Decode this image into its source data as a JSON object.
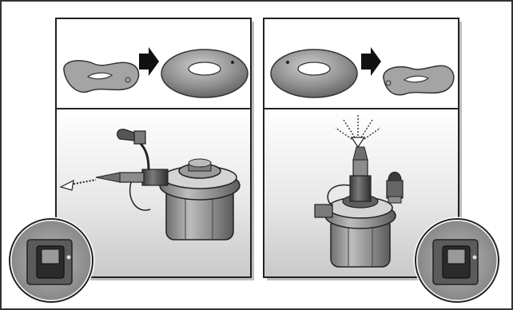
{
  "figure": {
    "panels": [
      {
        "id": "inflate",
        "top_icons": [
          "deflated-ring",
          "arrow-right",
          "inflated-ring"
        ]
      },
      {
        "id": "deflate",
        "top_icons": [
          "inflated-ring",
          "arrow-right",
          "deflated-ring"
        ]
      }
    ],
    "switch_callouts": [
      "power-switch-left",
      "power-switch-right"
    ]
  }
}
